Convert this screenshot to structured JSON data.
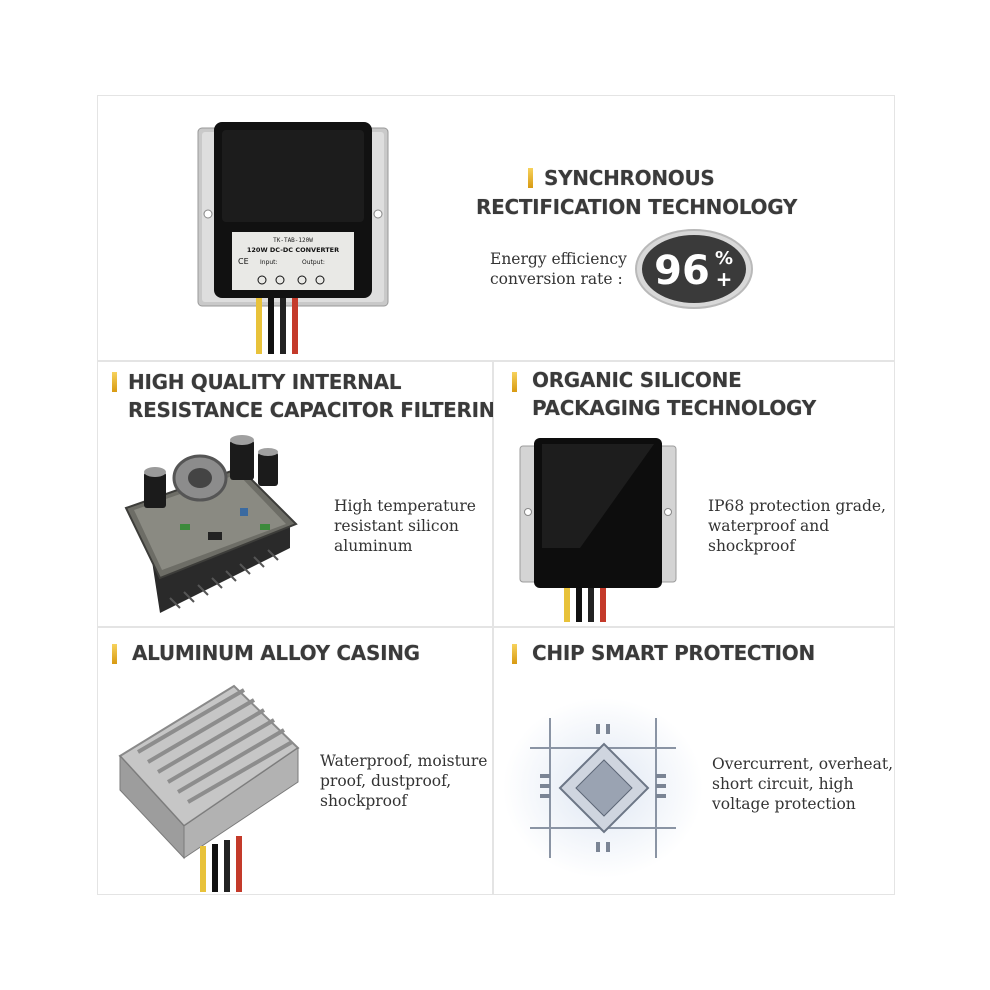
{
  "top": {
    "title_line1": "SYNCHRONOUS",
    "title_line2": "RECTIFICATION TECHNOLOGY",
    "efficiency_label_line1": "Energy efficiency",
    "efficiency_label_line2": "conversion rate :",
    "efficiency_value": "96",
    "efficiency_unit": "%",
    "efficiency_plus": "+",
    "device_label": "120W DC-DC CONVERTER",
    "device_input": "Input:",
    "device_output": "Output:"
  },
  "features": [
    {
      "title_line1": "HIGH QUALITY INTERNAL",
      "title_line2": "RESISTANCE CAPACITOR FILTERING",
      "desc": [
        "High temperature",
        "resistant silicon",
        "aluminum"
      ]
    },
    {
      "title_line1": "ORGANIC SILICONE",
      "title_line2": "PACKAGING TECHNOLOGY",
      "desc": [
        "IP68 protection grade,",
        "waterproof and",
        "shockproof"
      ]
    },
    {
      "title_line1": "ALUMINUM ALLOY CASING",
      "desc": [
        "Waterproof, moisture",
        "proof, dustproof,",
        "shockproof"
      ]
    },
    {
      "title_line1": "CHIP SMART PROTECTION",
      "desc": [
        "Overcurrent, overheat,",
        "short circuit, high",
        "voltage protection"
      ]
    }
  ],
  "colors": {
    "accent_bar": "#e0a820",
    "badge": "#3a3a3a",
    "text": "#333333"
  }
}
